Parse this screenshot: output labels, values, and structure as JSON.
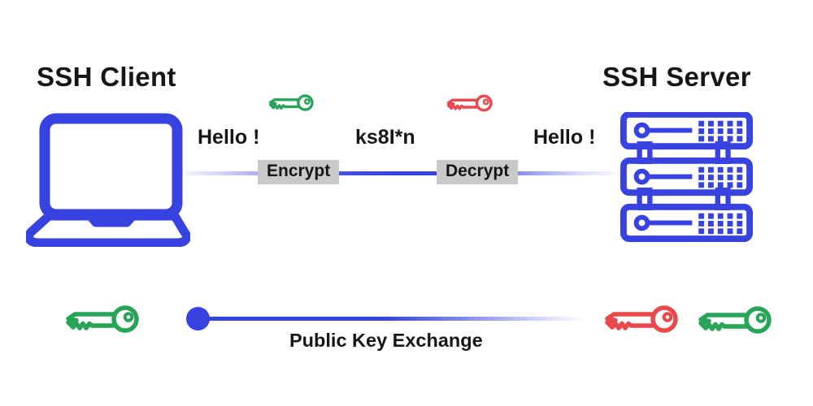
{
  "client": {
    "title": "SSH Client",
    "message": "Hello !"
  },
  "server": {
    "title": "SSH Server",
    "message": "Hello !"
  },
  "transmission": {
    "encrypted_text": "ks8I*n",
    "encrypt_label": "Encrypt",
    "decrypt_label": "Decrypt"
  },
  "key_exchange": {
    "label": "Public Key Exchange"
  },
  "icons": {
    "client_device": "laptop-icon",
    "server_device": "server-rack-icon",
    "encryption_key_top": "green-key-icon",
    "decryption_key_top": "red-key-icon",
    "client_public_key": "green-key-icon",
    "server_private_key": "red-key-icon",
    "server_public_key": "green-key-icon"
  },
  "colors": {
    "device_blue": "#3742e0",
    "public_key_green": "#27a457",
    "private_key_red": "#e9494d",
    "label_background": "#c9c9c9",
    "text": "#161616"
  }
}
